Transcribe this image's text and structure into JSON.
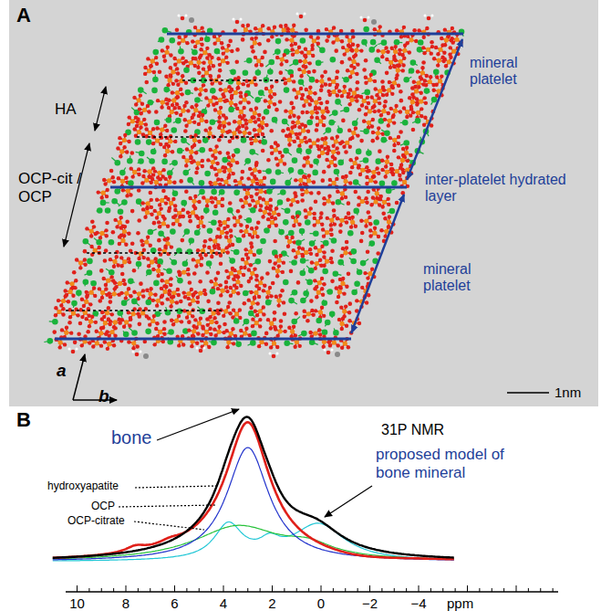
{
  "diagram": {
    "labels": [
      "A",
      "HA",
      "OCP-cit / OCP",
      "mineral platelet",
      "inter-platelet hydrated layer",
      "mineral platelet",
      "a",
      "b",
      "1nm",
      "B",
      "31P NMR",
      "bone",
      "hydroxyapatite",
      "OCP",
      "OCP-citrate",
      "proposed model of bone mineral",
      "10",
      "8",
      "6",
      "4",
      "2",
      "0",
      "−2",
      "−4",
      "ppm"
    ]
  }
}
